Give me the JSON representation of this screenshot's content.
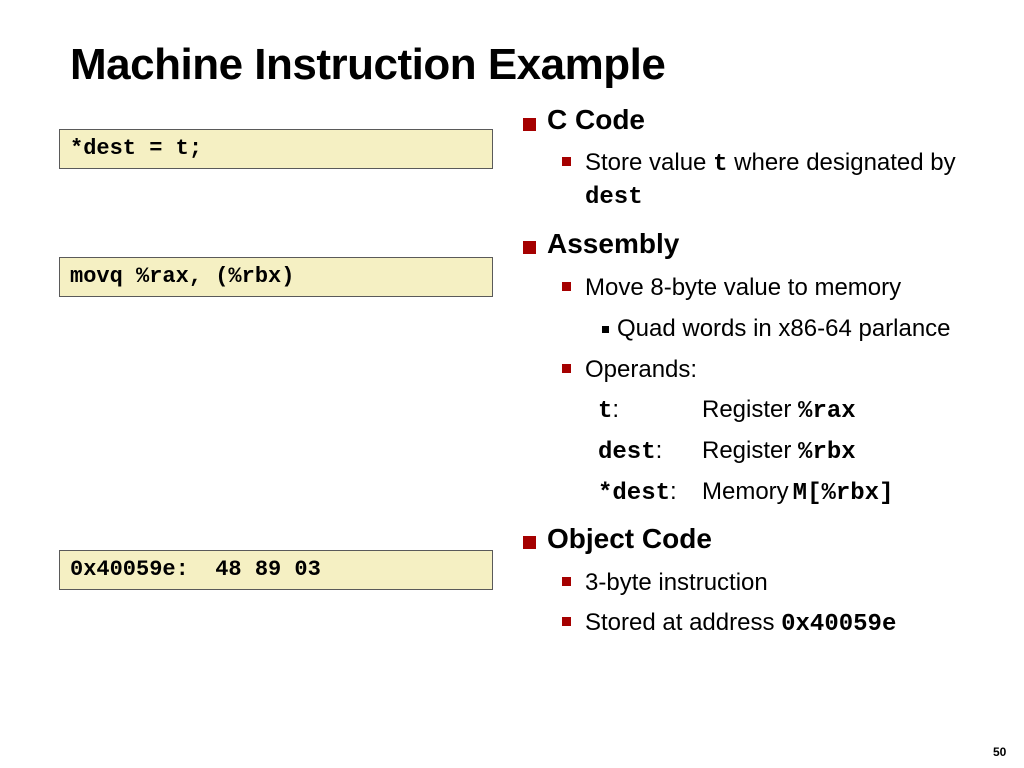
{
  "slide": {
    "title": "Machine Instruction Example",
    "page_number": "50"
  },
  "code_boxes": {
    "c_code": "*dest = t;",
    "assembly": "movq %rax, (%rbx)",
    "object_code": "0x40059e:  48 89 03"
  },
  "sections": {
    "c_code": {
      "heading": "C Code",
      "item1_prefix": "Store value ",
      "item1_var": "t",
      "item1_suffix": " where designated by",
      "item1_cont": "dest"
    },
    "assembly": {
      "heading": "Assembly",
      "item1": "Move 8-byte value to memory",
      "item1_sub1": "Quad words in x86-64 parlance",
      "item2": "Operands:",
      "operands": [
        {
          "name": "t",
          "colon": ":",
          "desc": "Register ",
          "value": "%rax"
        },
        {
          "name": "dest",
          "colon": ":",
          "desc": "Register ",
          "value": "%rbx"
        },
        {
          "name": "*dest",
          "colon": ":",
          "desc": "Memory",
          "value": "M[%rbx]"
        }
      ]
    },
    "object_code": {
      "heading": "Object Code",
      "item1": "3-byte instruction",
      "item2_prefix": "Stored at address ",
      "item2_value": "0x40059e"
    }
  },
  "colors": {
    "code_box_background": "#f5f0c3",
    "bullet": "#a50000"
  }
}
